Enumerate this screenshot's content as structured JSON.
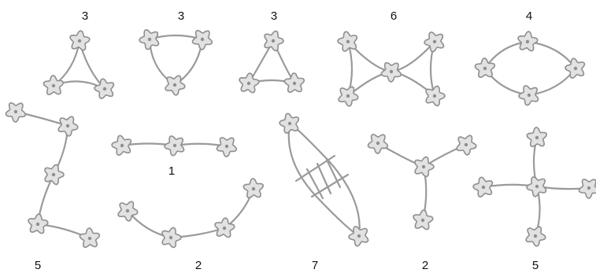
{
  "labels": {
    "triangle_a": "3",
    "triangle_b": "3",
    "triangle_c": "3",
    "bowtie": "6",
    "diamond": "4",
    "zigzag_chain": "5",
    "straight_chain": "1",
    "arc_chain": "2",
    "ladder": "7",
    "tripod": "2",
    "cross": "5"
  },
  "colors": {
    "edge": "#9a9a9a",
    "node_fill": "#e2e2e2",
    "node_stroke": "#8f8f8f",
    "label": "#111111"
  }
}
